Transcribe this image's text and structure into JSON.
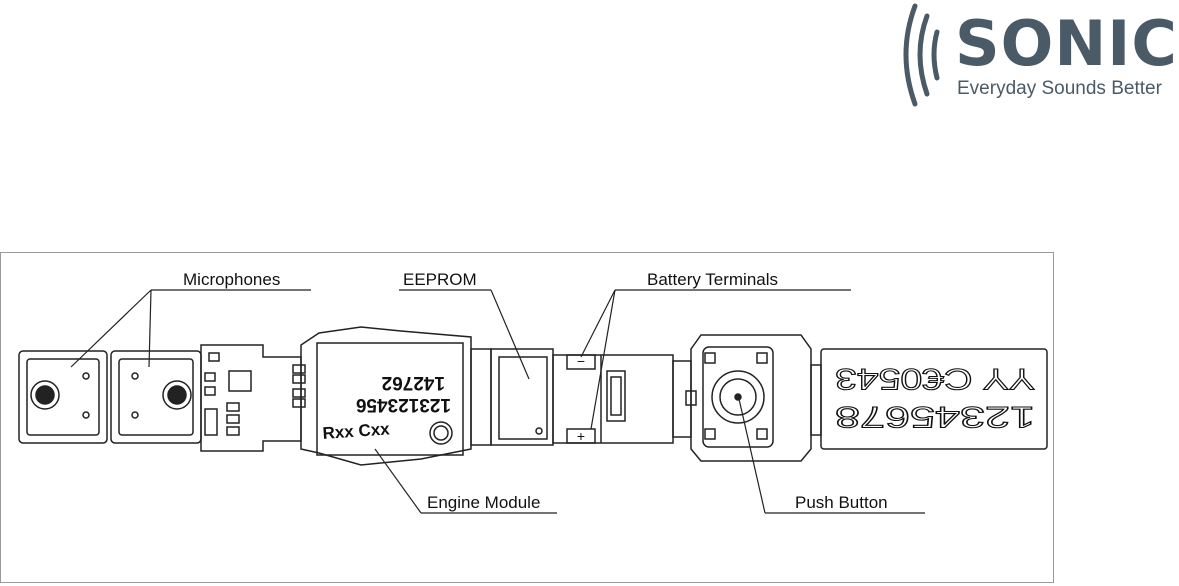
{
  "brand": {
    "name": "SONIC",
    "tagline": "Everyday Sounds Better",
    "color": "#4a5a66"
  },
  "callouts": {
    "microphones": "Microphones",
    "eeprom": "EEPROM",
    "battery_terminals": "Battery Terminals",
    "engine_module": "Engine Module",
    "push_button": "Push Button"
  },
  "engine_markings": {
    "line1": "142762",
    "line2": "123123456",
    "line3": "Rxx  Cxx"
  },
  "terminals": {
    "minus": "−",
    "plus": "+"
  },
  "tag_markings": {
    "upper": "YY C€0543",
    "lower": "12345678"
  }
}
